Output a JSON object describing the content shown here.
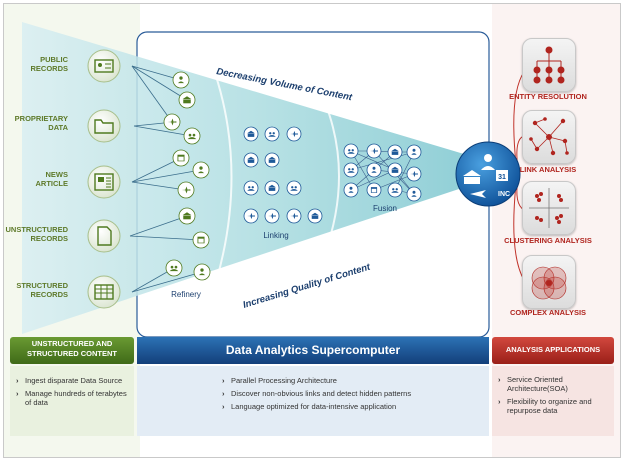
{
  "header": {
    "decreasing_volume": "Decreasing Volume of Content",
    "increasing_quality": "Increasing Quality of Content"
  },
  "sources": [
    {
      "label": "PUBLIC\nRECORDS",
      "icon": "id-card-icon"
    },
    {
      "label": "PROPRIETARY\nDATA",
      "icon": "folder-icon"
    },
    {
      "label": "NEWS\nARTICLE",
      "icon": "newspaper-icon"
    },
    {
      "label": "UNSTRUCTURED\nRECORDS",
      "icon": "document-icon"
    },
    {
      "label": "STRUCTURED\nRECORDS",
      "icon": "spreadsheet-icon"
    }
  ],
  "stages": {
    "refinery": "Refinery",
    "linking": "Linking",
    "fusion": "Fusion"
  },
  "hub": {
    "inc_label": "INC",
    "calendar_label": "31"
  },
  "applications": [
    {
      "label": "ENTITY RESOLUTION",
      "icon": "org-chart-icon"
    },
    {
      "label": "LINK ANALYSIS",
      "icon": "network-icon"
    },
    {
      "label": "CLUSTERING ANALYSIS",
      "icon": "scatter-icon"
    },
    {
      "label": "COMPLEX ANALYSIS",
      "icon": "venn-icon"
    }
  ],
  "bands": {
    "left": "UNSTRUCTURED AND\nSTRUCTURED CONTENT",
    "center": "Data Analytics Supercomputer",
    "right": "ANALYSIS APPLICATIONS"
  },
  "bullets": {
    "left": [
      "Ingest disparate Data Source",
      "Manage hundreds of terabytes\nof data"
    ],
    "center": [
      "Parallel Processing Architecture",
      "Discover non-obvious links and detect hidden patterns",
      "Language optimized for data-intensive application"
    ],
    "right": [
      "Service Oriented\nArchitecture(SOA)",
      "Flexibility to organize and\nrepurpose data"
    ]
  },
  "colors": {
    "green": "#4f7a1f",
    "blue": "#1f5a99",
    "red": "#c0322a",
    "teal": "#9fd6d8"
  }
}
